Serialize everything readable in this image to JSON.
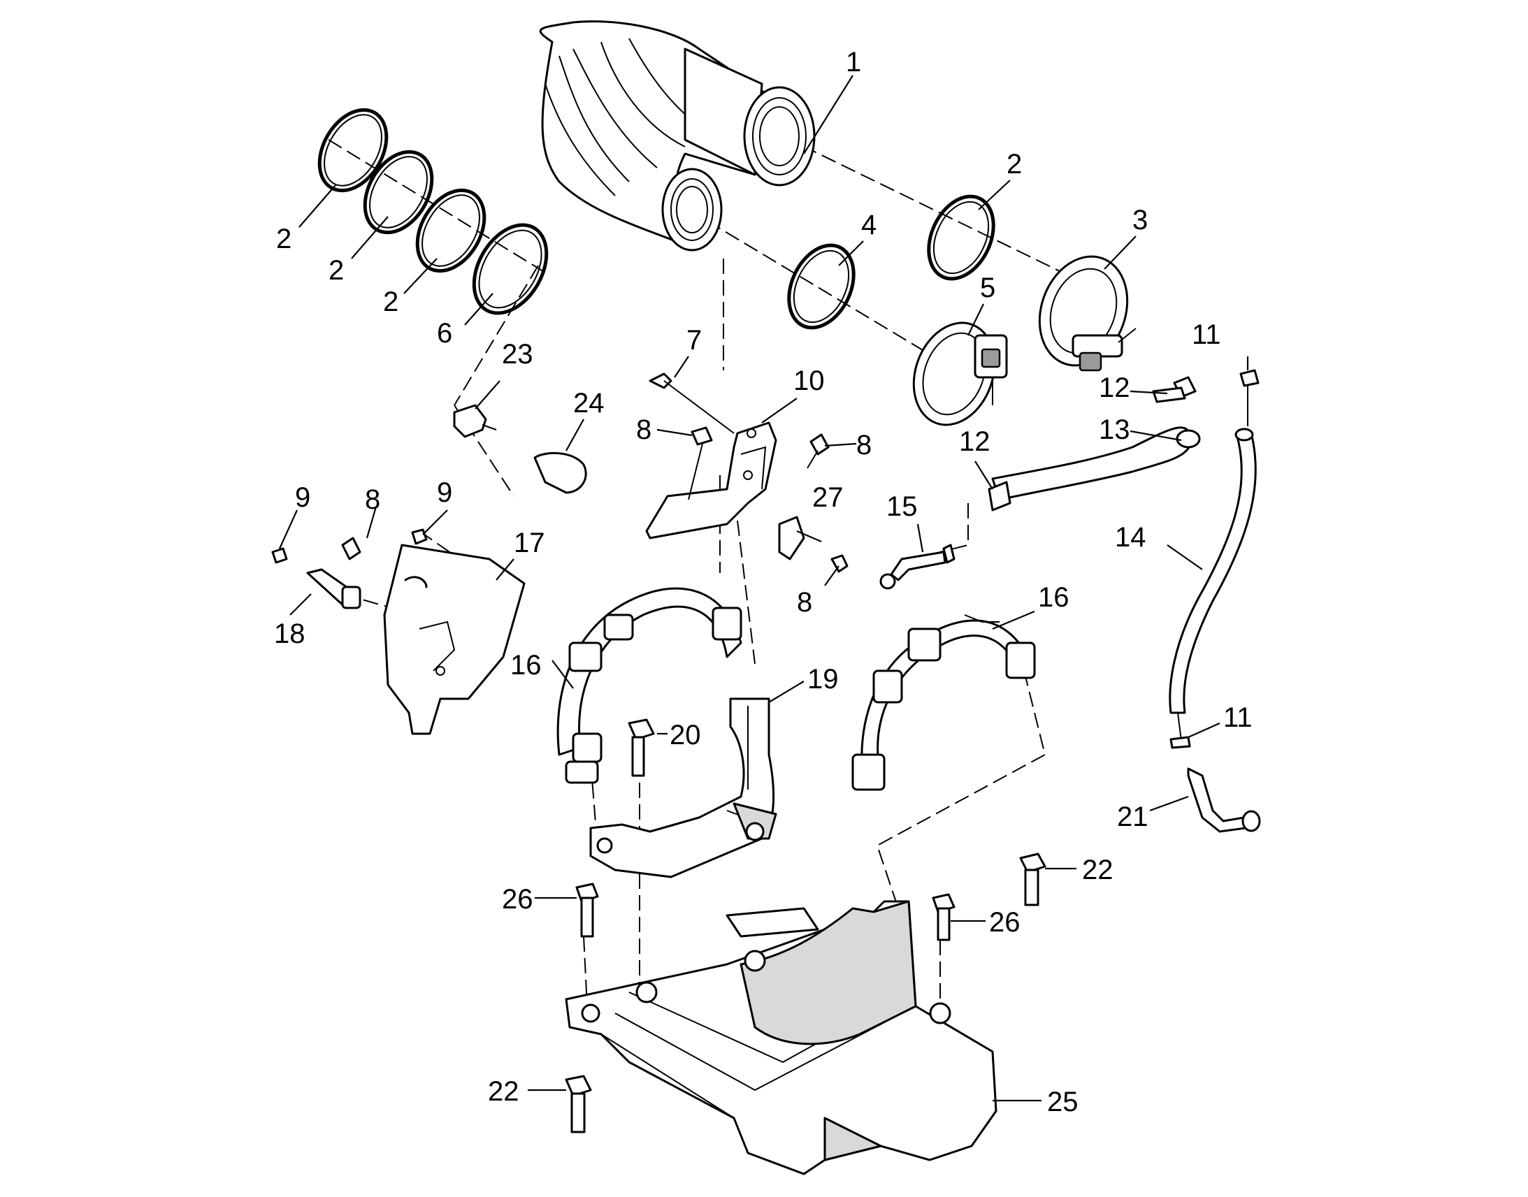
{
  "callouts": [
    {
      "id": "c1",
      "label": "1"
    },
    {
      "id": "c2a",
      "label": "2"
    },
    {
      "id": "c2b",
      "label": "2"
    },
    {
      "id": "c2c",
      "label": "2"
    },
    {
      "id": "c2d",
      "label": "2"
    },
    {
      "id": "c3",
      "label": "3"
    },
    {
      "id": "c4",
      "label": "4"
    },
    {
      "id": "c5",
      "label": "5"
    },
    {
      "id": "c6",
      "label": "6"
    },
    {
      "id": "c7",
      "label": "7"
    },
    {
      "id": "c8a",
      "label": "8"
    },
    {
      "id": "c8b",
      "label": "8"
    },
    {
      "id": "c8c",
      "label": "8"
    },
    {
      "id": "c8d",
      "label": "8"
    },
    {
      "id": "c9a",
      "label": "9"
    },
    {
      "id": "c9b",
      "label": "9"
    },
    {
      "id": "c10",
      "label": "10"
    },
    {
      "id": "c11a",
      "label": "11"
    },
    {
      "id": "c11b",
      "label": "11"
    },
    {
      "id": "c12a",
      "label": "12"
    },
    {
      "id": "c12b",
      "label": "12"
    },
    {
      "id": "c13",
      "label": "13"
    },
    {
      "id": "c14",
      "label": "14"
    },
    {
      "id": "c15",
      "label": "15"
    },
    {
      "id": "c16a",
      "label": "16"
    },
    {
      "id": "c16b",
      "label": "16"
    },
    {
      "id": "c17",
      "label": "17"
    },
    {
      "id": "c18",
      "label": "18"
    },
    {
      "id": "c19",
      "label": "19"
    },
    {
      "id": "c20",
      "label": "20"
    },
    {
      "id": "c21",
      "label": "21"
    },
    {
      "id": "c22a",
      "label": "22"
    },
    {
      "id": "c22b",
      "label": "22"
    },
    {
      "id": "c23",
      "label": "23"
    },
    {
      "id": "c24",
      "label": "24"
    },
    {
      "id": "c25",
      "label": "25"
    },
    {
      "id": "c26a",
      "label": "26"
    },
    {
      "id": "c26b",
      "label": "26"
    },
    {
      "id": "c27",
      "label": "27"
    }
  ]
}
